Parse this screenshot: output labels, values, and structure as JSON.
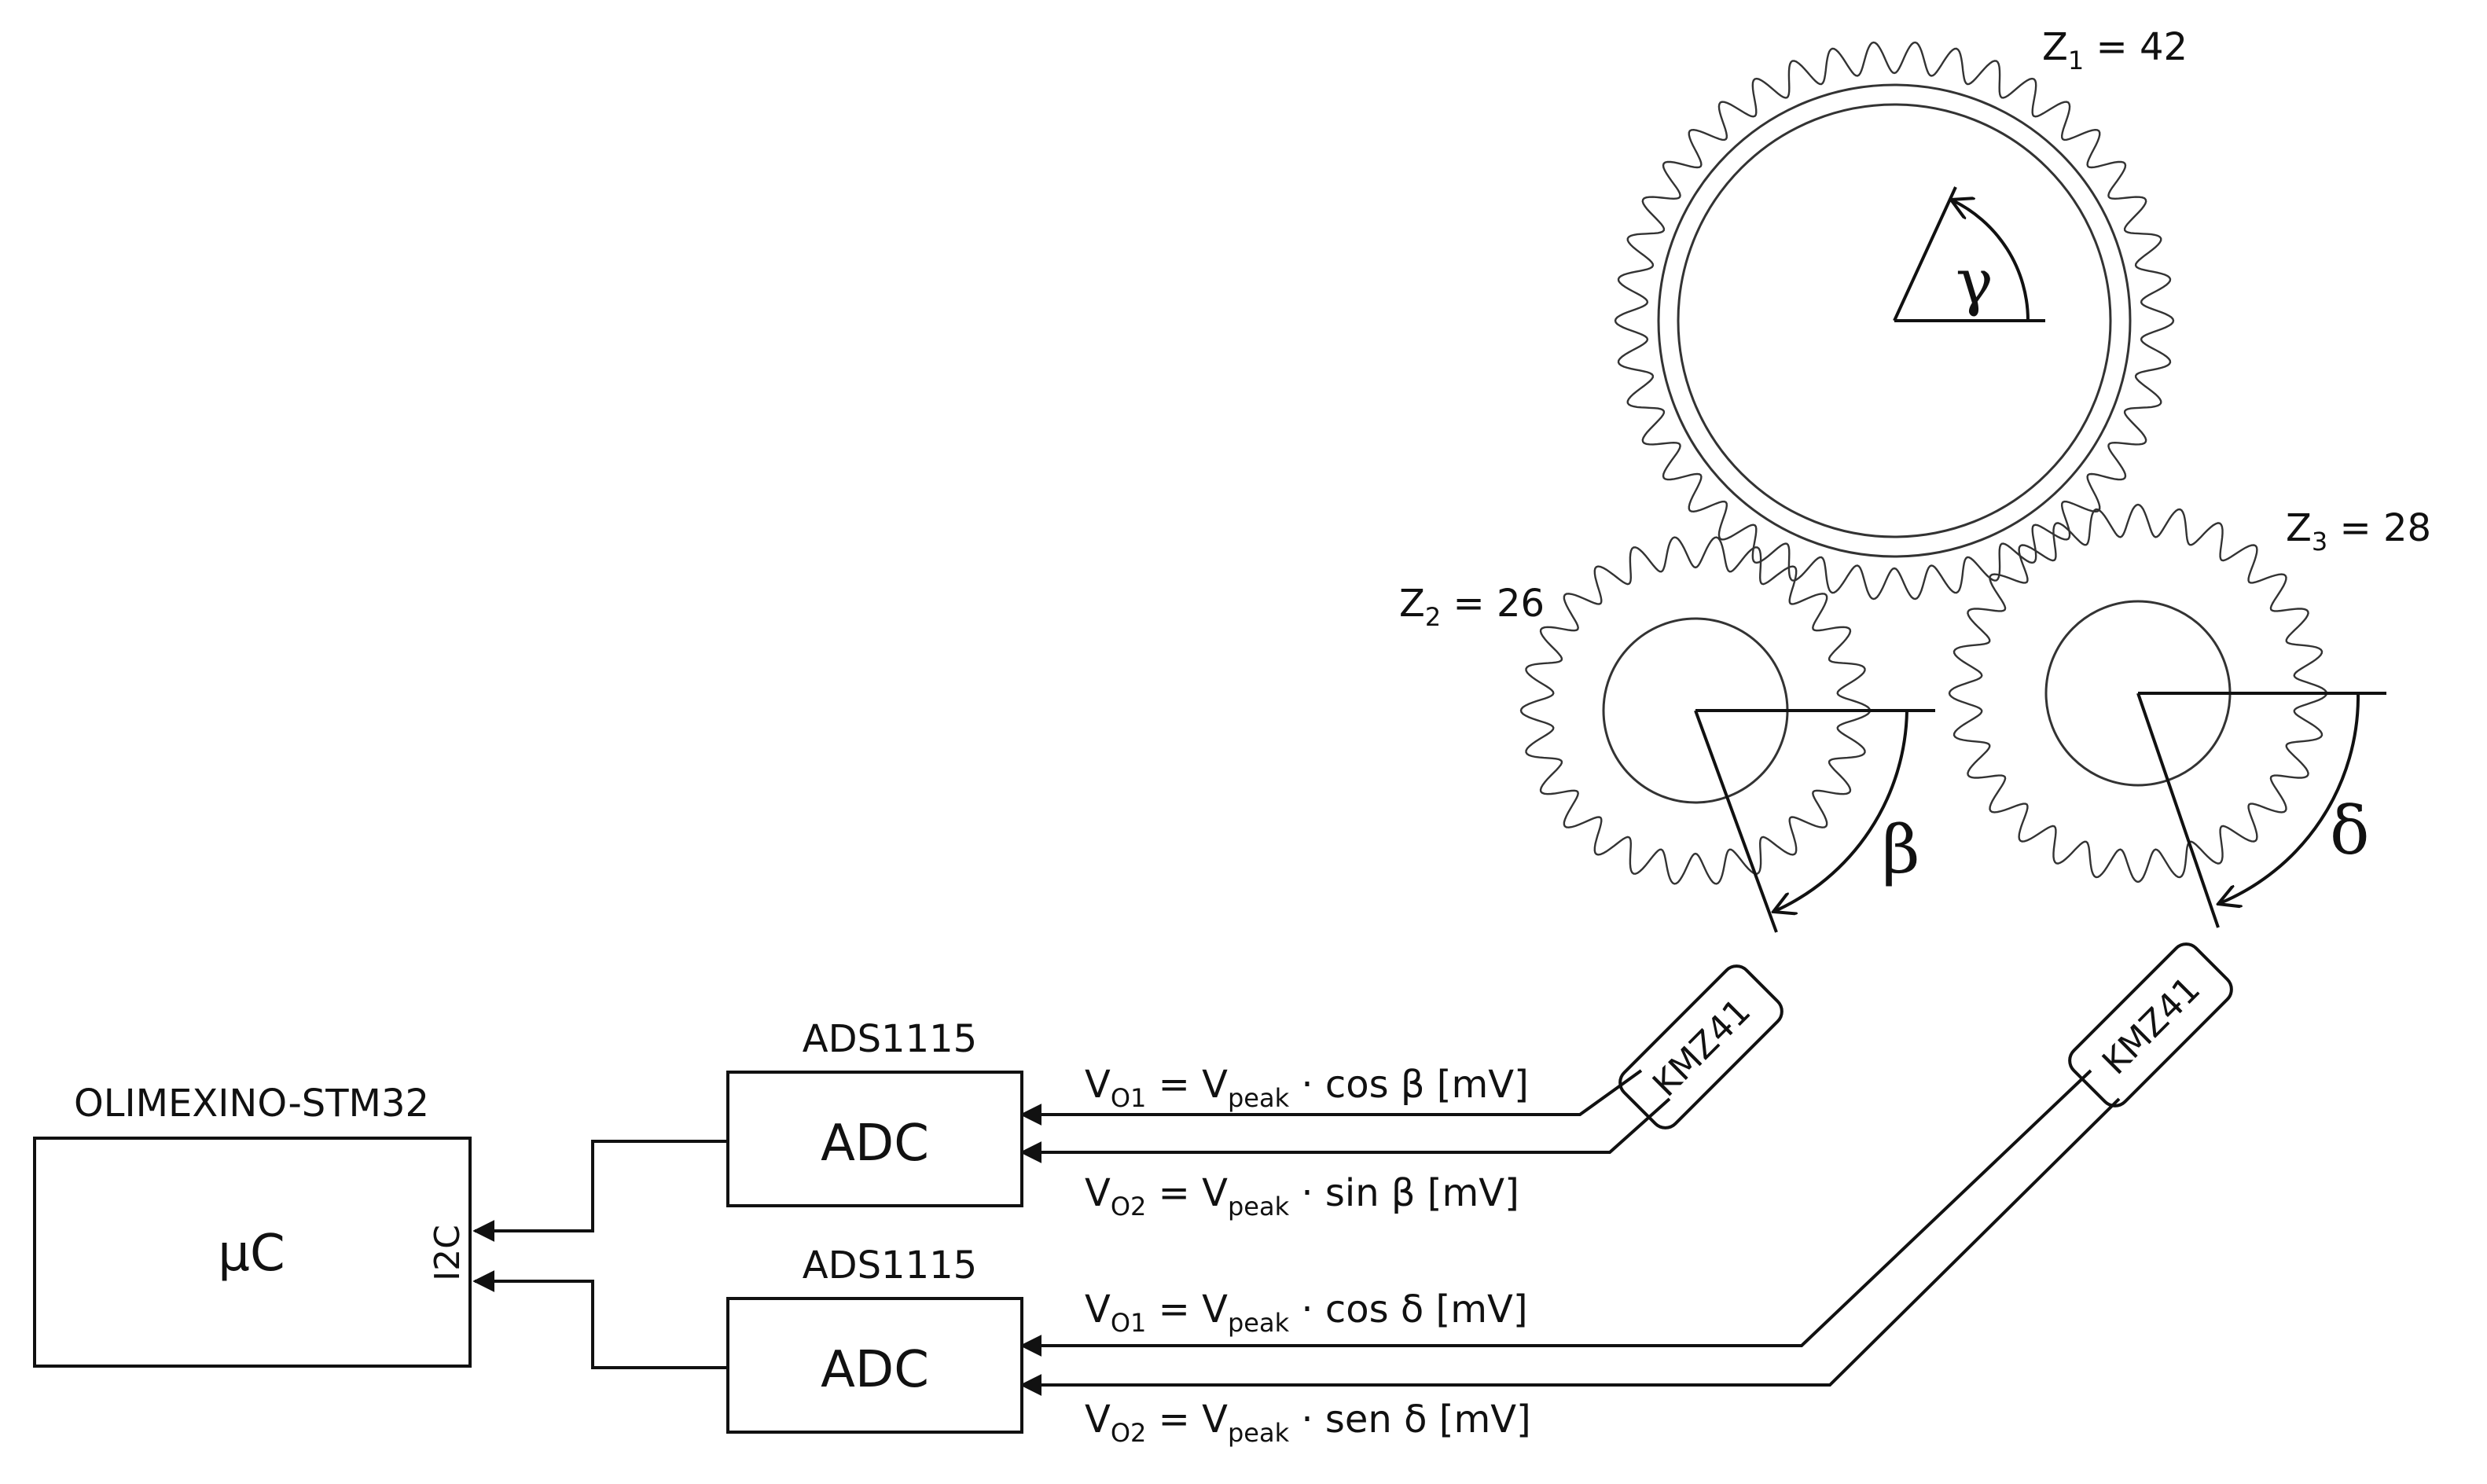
{
  "gears": [
    {
      "id": "z1",
      "label_main": "Z",
      "label_sub": "1",
      "label_rest": " = 42",
      "teeth": 42,
      "angle_symbol": "γ"
    },
    {
      "id": "z2",
      "label_main": "Z",
      "label_sub": "2",
      "label_rest": " = 26",
      "teeth": 26,
      "angle_symbol": "β"
    },
    {
      "id": "z3",
      "label_main": "Z",
      "label_sub": "3",
      "label_rest": " = 28",
      "teeth": 28,
      "angle_symbol": "δ"
    }
  ],
  "sensors": [
    {
      "id": "sensor-1",
      "label": "KMZ41"
    },
    {
      "id": "sensor-2",
      "label": "KMZ41"
    }
  ],
  "adcs": [
    {
      "id": "adc-1",
      "chip": "ADS1115",
      "label": "ADC"
    },
    {
      "id": "adc-2",
      "chip": "ADS1115",
      "label": "ADC"
    }
  ],
  "controller": {
    "board": "OLIMEXINO-STM32",
    "label": "μC",
    "port": "I2C"
  },
  "signals": [
    {
      "id": "sig-1",
      "v": "V",
      "vsub": "O1",
      "eq": " = V",
      "peak": "peak",
      "expr": " · cos β [mV]"
    },
    {
      "id": "sig-2",
      "v": "V",
      "vsub": "O2",
      "eq": " = V",
      "peak": "peak",
      "expr": " · sin β [mV]"
    },
    {
      "id": "sig-3",
      "v": "V",
      "vsub": "O1",
      "eq": " = V",
      "peak": "peak",
      "expr": " · cos δ [mV]"
    },
    {
      "id": "sig-4",
      "v": "V",
      "vsub": "O2",
      "eq": " = V",
      "peak": "peak",
      "expr": " · sen δ [mV]"
    }
  ]
}
